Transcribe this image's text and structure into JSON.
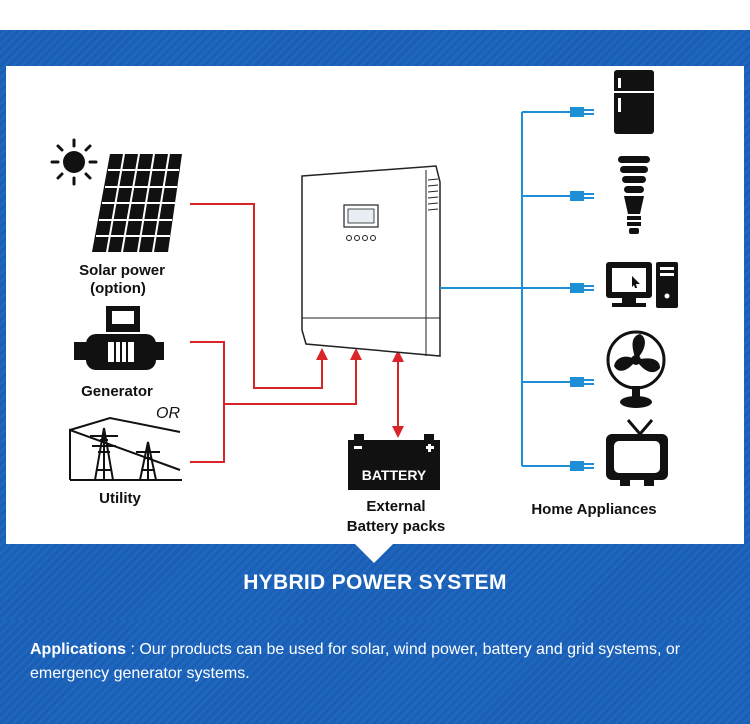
{
  "diagram": {
    "labels": {
      "solar_power": "Solar power",
      "solar_option": "(option)",
      "generator": "Generator",
      "or": "OR",
      "utility": "Utility",
      "battery": "BATTERY",
      "external_1": "External",
      "external_2": "Battery packs",
      "home_appliances": "Home Appliances"
    },
    "colors": {
      "ac_input_line": "#d9252a",
      "output_line": "#1e8fd6",
      "banner": "#1a5fb4"
    }
  },
  "section_title": "HYBRID POWER SYSTEM",
  "footer": {
    "heading": "Applications",
    "separator": " : ",
    "body": "Our products can be used for solar, wind power, battery and grid systems, or emergency generator systems."
  }
}
